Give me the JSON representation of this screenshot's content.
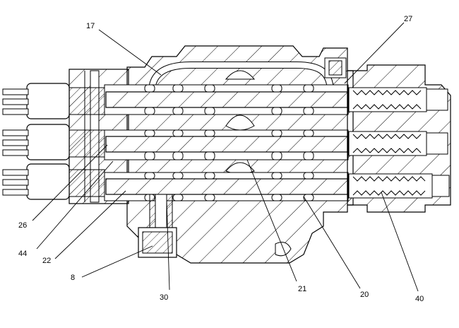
{
  "figure": {
    "callouts": [
      {
        "id": "c17",
        "label": "17"
      },
      {
        "id": "c27",
        "label": "27"
      },
      {
        "id": "c26",
        "label": "26"
      },
      {
        "id": "c44",
        "label": "44"
      },
      {
        "id": "c22",
        "label": "22"
      },
      {
        "id": "c8",
        "label": "8"
      },
      {
        "id": "c30",
        "label": "30"
      },
      {
        "id": "c21",
        "label": "21"
      },
      {
        "id": "c20",
        "label": "20"
      },
      {
        "id": "c40",
        "label": "40"
      }
    ]
  }
}
